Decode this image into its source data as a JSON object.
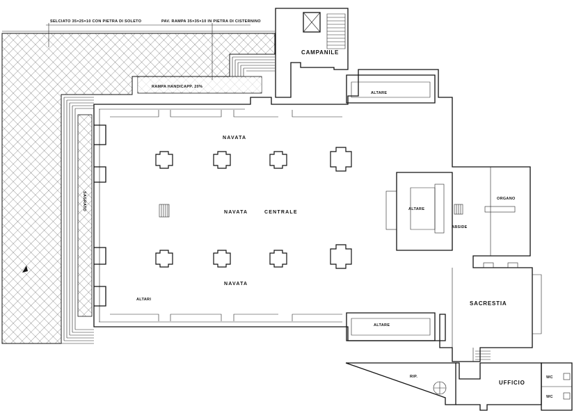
{
  "labels": {
    "selciato": "SELCIATO 35×25×10 CON PIETRA DI SOLETO",
    "pavimento": "PAV. RAMPA 35×35×10 IN PIETRA DI CISTERNINO",
    "rampa": "RAMPA HANDICAPP. 20%",
    "campanile": "CAMPANILE",
    "altare_top": "ALTARE",
    "navata_top": "NAVATA",
    "navata_centrale_1": "NAVATA",
    "navata_centrale_2": "CENTRALE",
    "navata_bottom": "NAVATA",
    "altari": "ALTARI",
    "altare_bottom": "ALTARE",
    "altare_abside": "ALTARE",
    "abside": "ABSIDE",
    "organo": "ORGANO",
    "sacrestia": "SACRESTIA",
    "rip": "RIP.",
    "ufficio": "UFFICIO",
    "wc_1": "WC",
    "wc_2": "WC",
    "sagrato": "SAGRATO"
  },
  "colors": {
    "line": "#111111",
    "background": "#ffffff",
    "hatch": "#333333"
  }
}
